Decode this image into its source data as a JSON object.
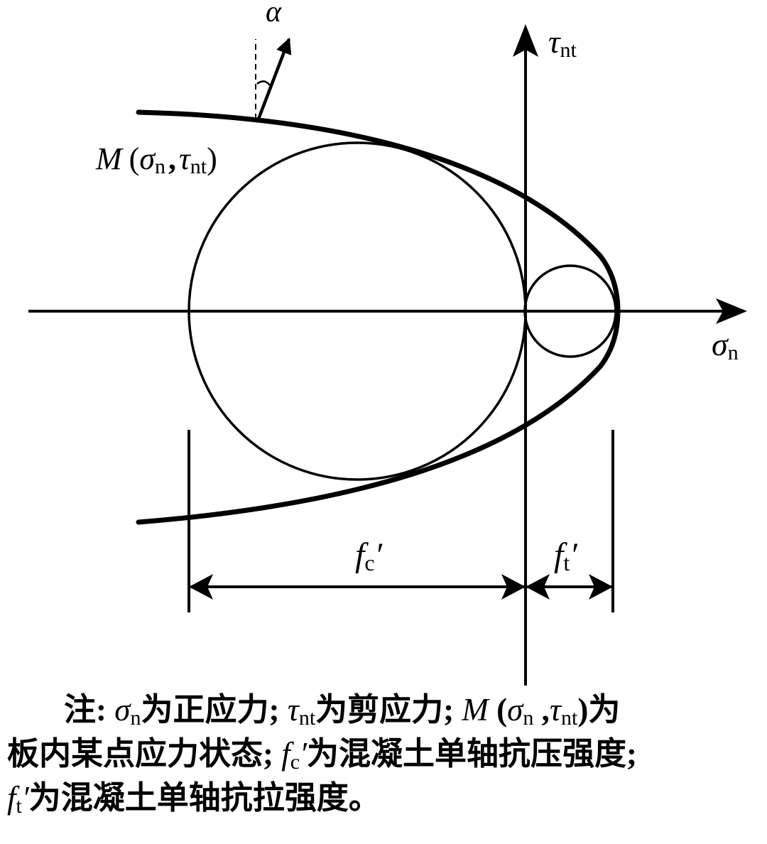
{
  "labels": {
    "alpha": "α",
    "tau_axis": "τ",
    "tau_axis_sub": "nt",
    "sigma_axis": "σ",
    "sigma_axis_sub": "n",
    "point_M": "M",
    "point_open": "(",
    "point_sigma": "σ",
    "point_sigma_sub": "n",
    "point_comma": ",",
    "point_tau": "τ",
    "point_tau_sub": "nt",
    "point_close": ")",
    "fc": "f",
    "fc_sub": "c",
    "fc_prime": "′",
    "ft": "f",
    "ft_sub": "t",
    "ft_prime": "′"
  },
  "note": {
    "prefix": "注: ",
    "sigma": "σ",
    "sigma_sub": "n",
    "t1": "为正应力; ",
    "tau": "τ",
    "tau_sub": "nt",
    "t2": "为剪应力; ",
    "M": "M",
    "m_open": " (",
    "m_sigma": "σ",
    "m_sigma_sub": "n",
    "m_comma": " ,",
    "m_tau": "τ",
    "m_tau_sub": "nt",
    "m_close": ")",
    "t3": "为",
    "t4": "板内某点应力状态; ",
    "fc": "f",
    "fc_sub": "c",
    "fc_prime": "′",
    "t5": "为混凝土单轴抗压强度;",
    "ft": "f",
    "ft_sub": "t",
    "ft_prime": "′",
    "t6": "为混凝土单轴抗拉强度。"
  }
}
